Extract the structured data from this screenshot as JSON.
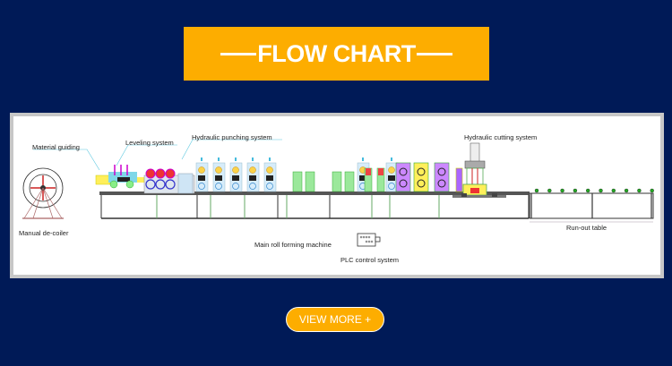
{
  "header": {
    "title": "FLOW CHART",
    "banner_color": "#fdad00",
    "background_color": "#001a57"
  },
  "flow_chart": {
    "labels": {
      "decoiler": "Manual de-coiler",
      "material_guiding": "Material guiding",
      "leveling": "Leveling system",
      "punching": "Hydraulic punching system",
      "main_roll_forming": "Main roll forming machine",
      "plc": "PLC control system",
      "cutting": "Hydraulic cutting system",
      "runout": "Run-out table"
    }
  },
  "actions": {
    "view_more_label": "VIEW MORE +"
  }
}
